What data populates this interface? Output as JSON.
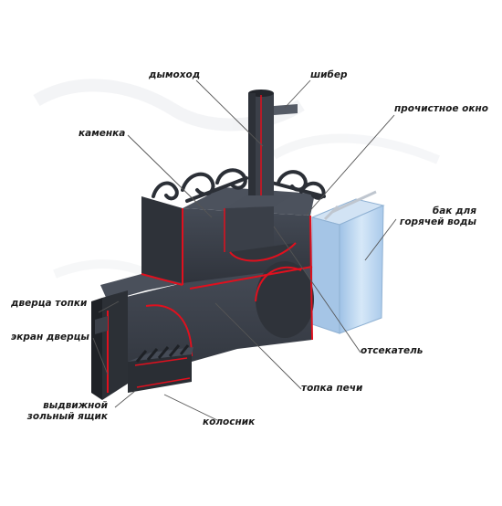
{
  "labels": {
    "chimney": "дымоход",
    "damper": "шибер",
    "cleanout_window": "прочистное окно",
    "heater_stones": "каменка",
    "hot_water_tank": "бак для\nгорячей воды",
    "firebox_door": "дверца топки",
    "door_screen": "экран дверцы",
    "baffle": "отсекатель",
    "stove_firebox": "топка печи",
    "ash_drawer": "выдвижной\nзольный ящик",
    "grate": "колосник"
  },
  "colors": {
    "stove_body": "#3a3f49",
    "stove_dark": "#262a31",
    "stove_light": "#4a505b",
    "section_line": "#e0101e",
    "tank_glass": "#b8d4ee",
    "leader_line": "#555555",
    "label_text": "#1a1a1a"
  }
}
